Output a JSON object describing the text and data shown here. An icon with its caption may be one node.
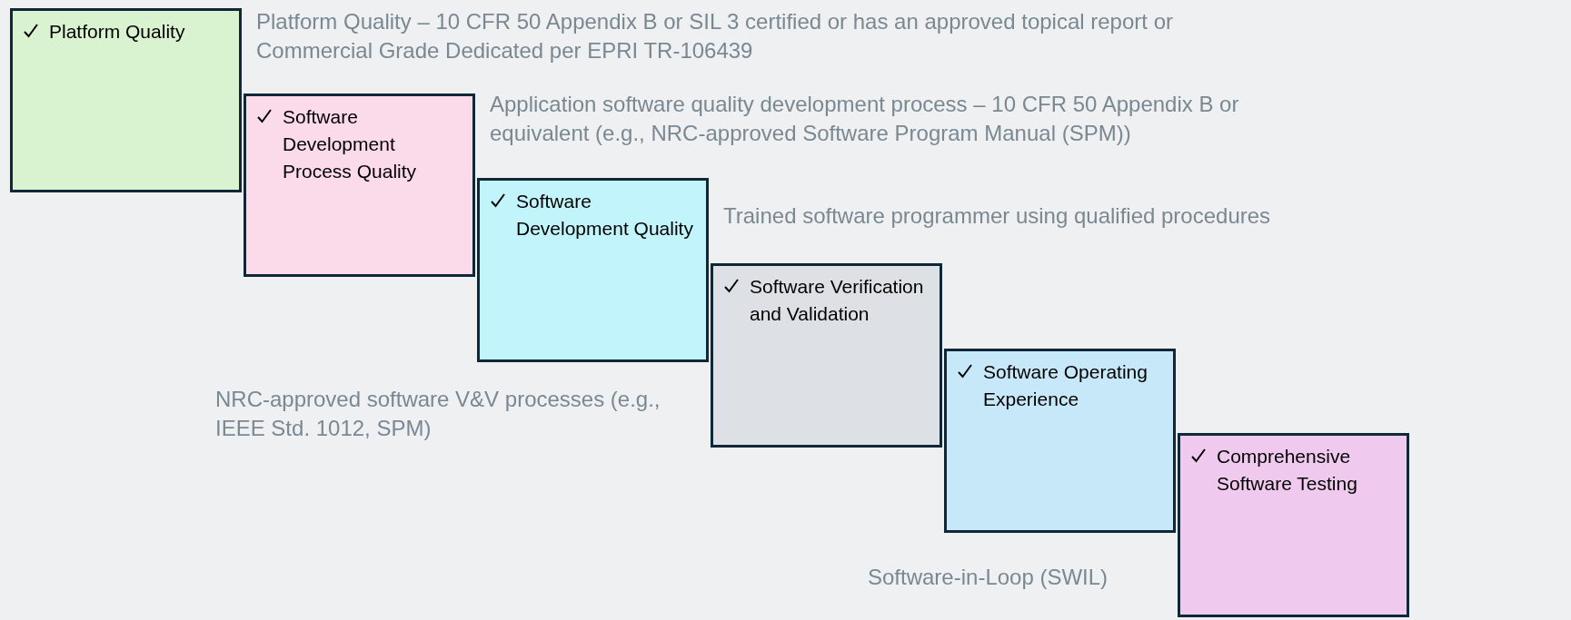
{
  "diagram": {
    "nodes": [
      {
        "text": [
          "Platform Quality"
        ],
        "beside": [
          "Platform Quality – 10 CFR 50 Appendix B or SIL 3 certified or has an approved topical report or Commercial Grade Dedicated per EPRI TR-106439"
        ]
      },
      {
        "text": [
          "Software Development Process Quality"
        ],
        "beside": [
          "Application software quality development process – 10 CFR 50 Appendix B or equivalent (e.g., NRC-approved Software Program Manual (SPM))"
        ]
      },
      {
        "text": [
          "Software Development Quality"
        ],
        "beside": [
          "Trained software programmer using qualified procedures"
        ]
      },
      {
        "text": [
          "Software Verification and Validation"
        ]
      },
      {
        "text": [
          "Software Operating Experience"
        ]
      },
      {
        "text": [
          "Comprehensive Software Testing"
        ]
      }
    ],
    "edges": [],
    "labels": [
      "NRC-approved software V&V processes (e.g., IEEE Std. 1012, SPM)",
      "Software-in-Loop (SWIL)"
    ]
  }
}
